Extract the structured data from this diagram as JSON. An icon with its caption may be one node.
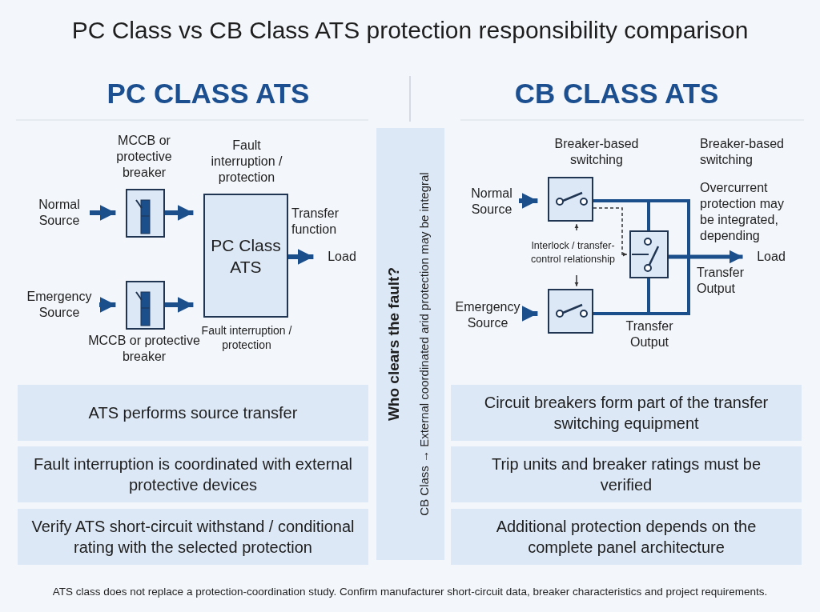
{
  "diagram": {
    "title": "PC Class vs CB Class ATS protection responsibility comparison",
    "caption": "ATS class does not replace a protection-coordination study. Confirm manufacturer short-circuit data, breaker characteristics and project requirements.",
    "nodes": [
      {
        "text": [
          "Normal Source"
        ]
      },
      {
        "text": [],
        "shape": "box",
        "beside": [
          "MCCB or protective breaker"
        ]
      },
      {
        "text": [
          "Emergency Source"
        ]
      },
      {
        "text": [],
        "shape": "box",
        "beside": [
          "MCCB or protective breaker"
        ]
      },
      {
        "text": [
          "PC Class ATS"
        ],
        "beside": [
          "Fault interruption / protection",
          "Fault interruption / protection"
        ]
      },
      {
        "text": [
          "Load"
        ]
      },
      {
        "text": [
          "Normal Source"
        ]
      },
      {
        "text": [],
        "shape": "box",
        "beside": [
          "Breaker-based switching"
        ]
      },
      {
        "text": [
          "Emergency Source"
        ]
      },
      {
        "text": [],
        "shape": "box"
      },
      {
        "text": [],
        "shape": "box",
        "beside": [
          "Transfer Output"
        ]
      },
      {
        "text": [
          "Load"
        ]
      },
      {
        "text": [
          "Interlock / transfer- control relationship"
        ]
      },
      {
        "text": [
          "Who clears the fault?",
          "CB Class → External coordinated arid protection may be integral"
        ]
      },
      {
        "text": [
          "ATS performs source transfer"
        ]
      },
      {
        "text": [
          "Fault interruption is coordinated with external protective devices"
        ]
      },
      {
        "text": [
          "Verify ATS short-circuit withstand / conditional rating with the selected protection"
        ]
      },
      {
        "text": [
          "Circuit breakers form part of the transfer switching equipment"
        ]
      },
      {
        "text": [
          "Trip units and breaker ratings must be verified"
        ]
      },
      {
        "text": [
          "Additional protection depends on the complete panel architecture"
        ]
      }
    ],
    "edges": [
      {
        "from": 0,
        "to": 1,
        "arrow": "to"
      },
      {
        "from": 1,
        "to": 4,
        "arrow": "to"
      },
      {
        "from": 2,
        "to": 3,
        "arrow": "to"
      },
      {
        "from": 3,
        "to": 4,
        "arrow": "to"
      },
      {
        "from": 4,
        "to": 5,
        "arrow": "to",
        "label": "Transfer function"
      },
      {
        "from": 6,
        "to": 7,
        "arrow": "to"
      },
      {
        "from": 8,
        "to": 9,
        "arrow": "to"
      },
      {
        "from": 7,
        "to": 10,
        "arrow": "none"
      },
      {
        "from": 9,
        "to": 10,
        "arrow": "none"
      },
      {
        "from": 7,
        "to": 9,
        "arrow": "none"
      },
      {
        "from": 10,
        "to": 11,
        "arrow": "to",
        "label": "Transfer Output"
      },
      {
        "from": 7,
        "to": 10,
        "arrow": "to",
        "style": "dashed",
        "color": "#333333"
      },
      {
        "from": 12,
        "to": 7,
        "arrow": "to",
        "color": "#333333"
      },
      {
        "from": 12,
        "to": 9,
        "arrow": "to",
        "color": "#333333"
      }
    ],
    "labels": [
      "PC CLASS ATS",
      "CB CLASS ATS",
      "Breaker-based switching",
      "Overcurrent protection may be integrated, depending"
    ]
  }
}
